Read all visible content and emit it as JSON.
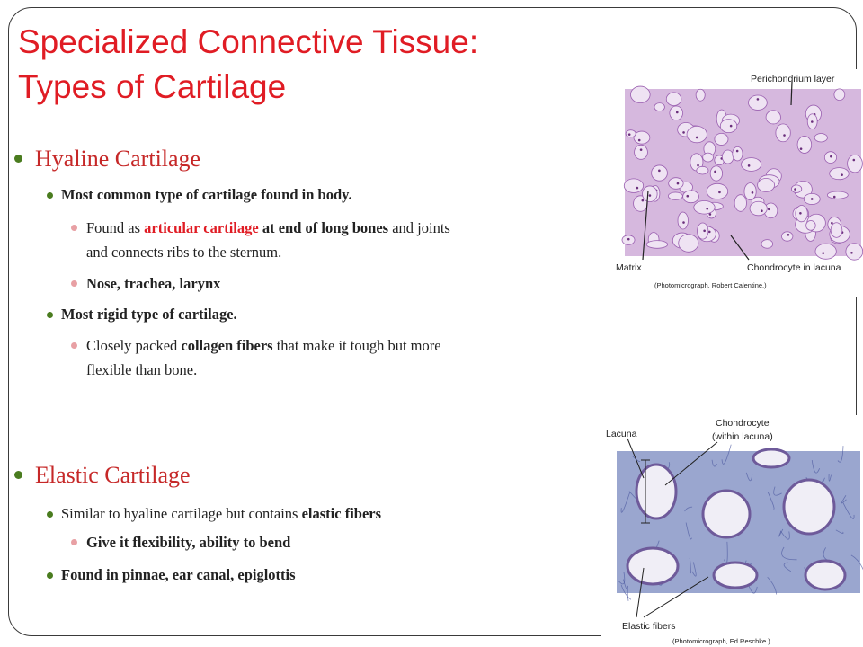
{
  "slide": {
    "title_line1": "Specialized Connective Tissue:",
    "title_line2": "Types of Cartilage",
    "hyaline": {
      "heading": "Hyaline Cartilage",
      "point1": "Most common type of cartilage found in body.",
      "sub1": {
        "t1": "Found as ",
        "t2": "articular cartilage",
        "t3": " at end of long bones",
        "t4": " and joints",
        "t5": "and connects ribs to the sternum."
      },
      "sub2": "Nose, trachea, larynx",
      "point2": "Most rigid type of cartilage.",
      "sub3": {
        "t1": "Closely packed ",
        "t2": "collagen fibers",
        "t3": " that make it tough but more",
        "t4": "flexible than bone."
      }
    },
    "elastic": {
      "heading": "Elastic Cartilage",
      "point1": {
        "t1": "Similar to hyaline cartilage but contains ",
        "t2": "elastic fibers"
      },
      "sub1": "Give it flexibility, ability to bend",
      "point2": "Found in pinnae, ear canal, epiglottis"
    }
  },
  "figure_hyaline": {
    "label_top": "Perichondrium layer",
    "label_matrix": "Matrix",
    "label_chondrocyte": "Chondrocyte in lacuna",
    "credit": "(Photomicrograph, Robert Calentine.)",
    "colors": {
      "background": "#d6b8de",
      "cell": "#efe3f3",
      "nucleus": "#6b2f7c"
    }
  },
  "figure_elastic": {
    "label_lacuna": "Lacuna",
    "label_chondrocyte_line1": "Chondrocyte",
    "label_chondrocyte_line2": "(within lacuna)",
    "label_fibers": "Elastic fibers",
    "credit": "(Photomicrograph, Ed Reschke.)",
    "colors": {
      "background": "#9aa6cf",
      "cell": "#f0eef6",
      "rim": "#6e5a9a"
    }
  }
}
